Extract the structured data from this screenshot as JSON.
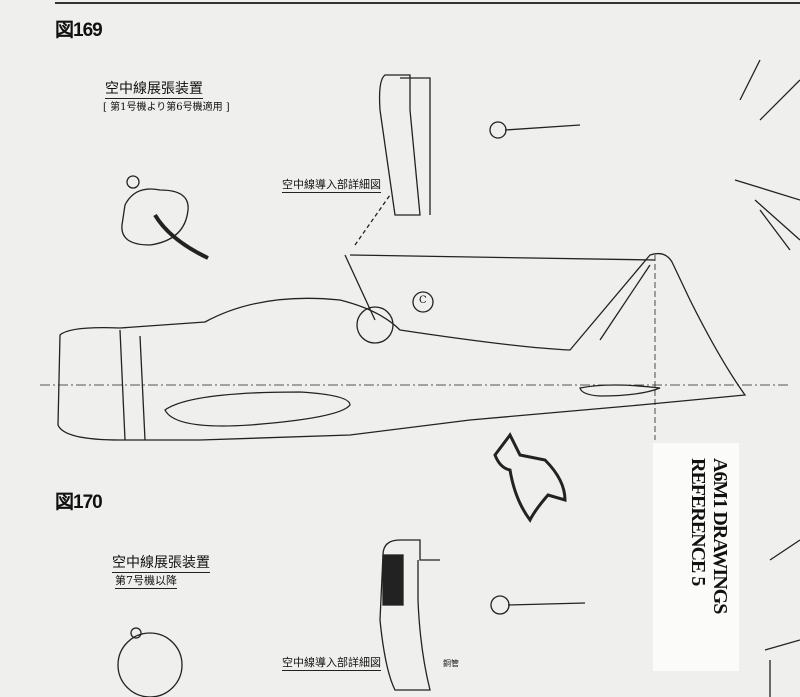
{
  "figure_169": {
    "number": "図169",
    "device_title": "空中線展張装置",
    "device_subtitle": "[ 第1号機より第6号機適用 ]",
    "detail_title": "空中線導入部詳細図",
    "callout": "C"
  },
  "figure_170": {
    "number": "図170",
    "device_title": "空中線展張装置",
    "device_subtitle": "第7号機以降",
    "detail_title": "空中線導入部詳細図",
    "note_tube": "銅管"
  },
  "label_card": {
    "line1": "A6M1 DRAWINGS",
    "line2": "REFERENCE 5"
  }
}
